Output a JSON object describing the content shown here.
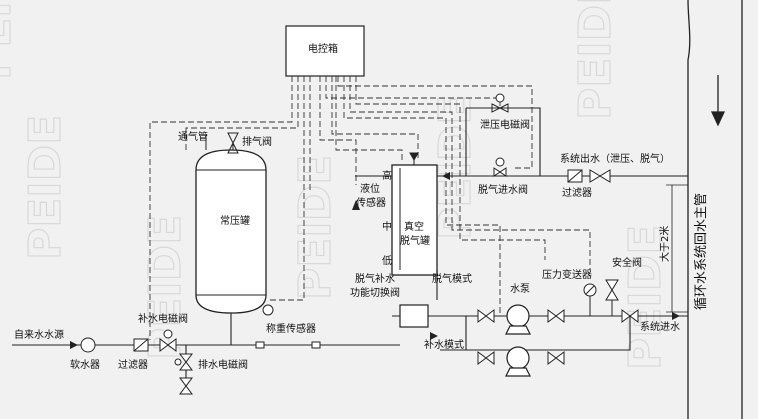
{
  "watermark": "PEIDE",
  "labels": {
    "control_box": "电控箱",
    "relief_valve": "泄压电磁阀",
    "degas_inlet_valve": "脱气进水阀",
    "system_outlet": "系统出水（泄压、脱气）",
    "filter_top": "过滤器",
    "vent_pipe": "通气管",
    "exhaust_valve": "排气阀",
    "atm_tank": "常压罐",
    "level_high": "高",
    "level_mid": "中",
    "level_low": "低",
    "level_sensor_1": "液位",
    "level_sensor_2": "传感器",
    "vacuum_tank_1": "真空",
    "vacuum_tank_2": "脱气罐",
    "circ_main": "循环水系统回水主管",
    "dist_1": "大于2米",
    "safety_valve": "安全阀",
    "pressure_tx": "压力变送器",
    "water_pump": "水泵",
    "degas_mode": "脱气模式",
    "switch_valve_1": "脱气补水",
    "switch_valve_2": "功能切换阀",
    "makeup_mode": "补水模式",
    "weigh_sensor": "称重传感器",
    "makeup_solenoid": "补水电磁阀",
    "tap_water": "自来水水源",
    "softener": "软水器",
    "filter_bottom": "过滤器",
    "drain_solenoid": "排水电磁阀",
    "system_inlet": "系统进水"
  }
}
